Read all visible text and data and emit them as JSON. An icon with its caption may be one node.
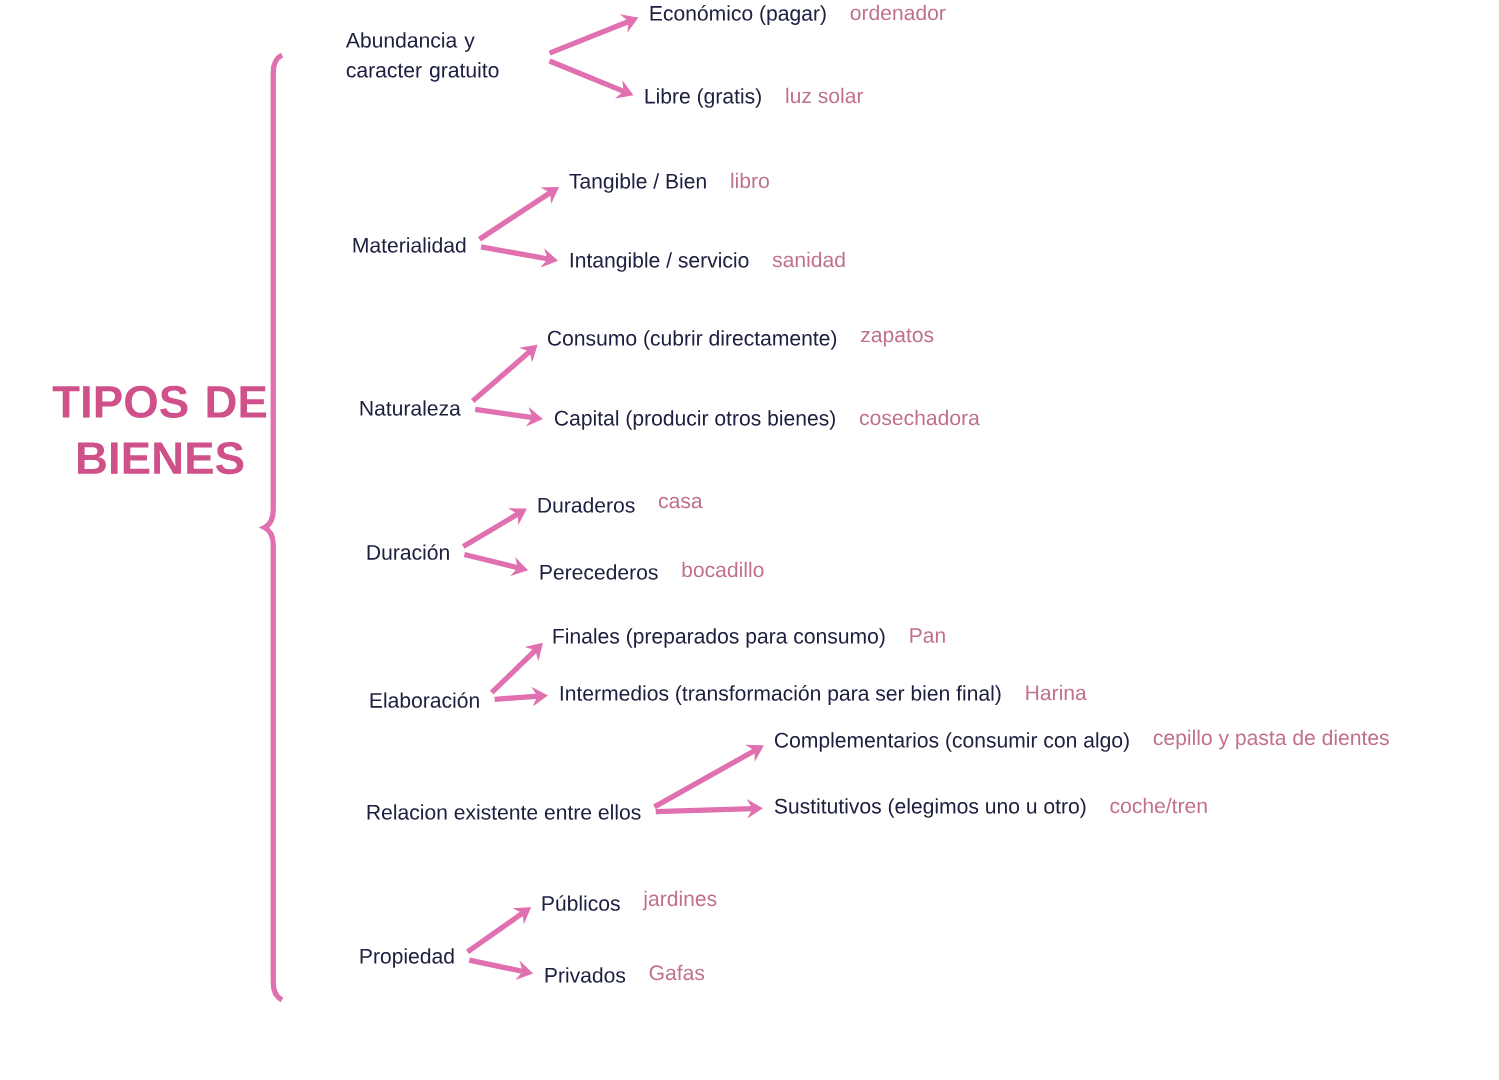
{
  "diagram": {
    "title": "TIPOS DE BIENES",
    "nodes": [
      {
        "text": [
          "Abundancia y caracter gratuito"
        ]
      },
      {
        "text": [
          "Materialidad"
        ]
      },
      {
        "text": [
          "Naturaleza"
        ]
      },
      {
        "text": [
          "Duración"
        ]
      },
      {
        "text": [
          "Elaboración"
        ]
      },
      {
        "text": [
          "Relacion existente entre ellos"
        ]
      },
      {
        "text": [
          "Propiedad"
        ]
      },
      {
        "text": [
          "Económico (pagar)"
        ],
        "beside": [
          "ordenador"
        ]
      },
      {
        "text": [
          "Libre (gratis)"
        ],
        "beside": [
          "luz solar"
        ]
      },
      {
        "text": [
          "Tangible / Bien"
        ],
        "beside": [
          "libro"
        ]
      },
      {
        "text": [
          "Intangible / servicio"
        ],
        "beside": [
          "sanidad"
        ]
      },
      {
        "text": [
          "Consumo (cubrir directamente)"
        ],
        "beside": [
          "zapatos"
        ]
      },
      {
        "text": [
          "Capital (producir otros bienes)"
        ],
        "beside": [
          "cosechadora"
        ]
      },
      {
        "text": [
          "Duraderos"
        ],
        "beside": [
          "casa"
        ]
      },
      {
        "text": [
          "Perecederos"
        ],
        "beside": [
          "bocadillo"
        ]
      },
      {
        "text": [
          "Finales (preparados para consumo)"
        ],
        "beside": [
          "Pan"
        ]
      },
      {
        "text": [
          "Intermedios (transformación para ser bien final)"
        ],
        "beside": [
          "Harina"
        ]
      },
      {
        "text": [
          "Complementarios (consumir con algo)"
        ],
        "beside": [
          "cepillo y pasta de dientes"
        ]
      },
      {
        "text": [
          "Sustitutivos (elegimos uno u otro)"
        ],
        "beside": [
          "coche/tren"
        ]
      },
      {
        "text": [
          "Públicos"
        ],
        "beside": [
          "jardines"
        ]
      },
      {
        "text": [
          "Privados"
        ],
        "beside": [
          "Gafas"
        ]
      }
    ],
    "edges": [
      {
        "from": 0,
        "to": 7,
        "arrow": "to"
      },
      {
        "from": 0,
        "to": 8,
        "arrow": "to"
      },
      {
        "from": 1,
        "to": 9,
        "arrow": "to"
      },
      {
        "from": 1,
        "to": 10,
        "arrow": "to"
      },
      {
        "from": 2,
        "to": 11,
        "arrow": "to"
      },
      {
        "from": 2,
        "to": 12,
        "arrow": "to"
      },
      {
        "from": 3,
        "to": 13,
        "arrow": "to"
      },
      {
        "from": 3,
        "to": 14,
        "arrow": "to"
      },
      {
        "from": 4,
        "to": 15,
        "arrow": "to"
      },
      {
        "from": 4,
        "to": 16,
        "arrow": "to"
      },
      {
        "from": 5,
        "to": 17,
        "arrow": "to"
      },
      {
        "from": 5,
        "to": 18,
        "arrow": "to"
      },
      {
        "from": 6,
        "to": 19,
        "arrow": "to"
      },
      {
        "from": 6,
        "to": 20,
        "arrow": "to"
      }
    ]
  }
}
